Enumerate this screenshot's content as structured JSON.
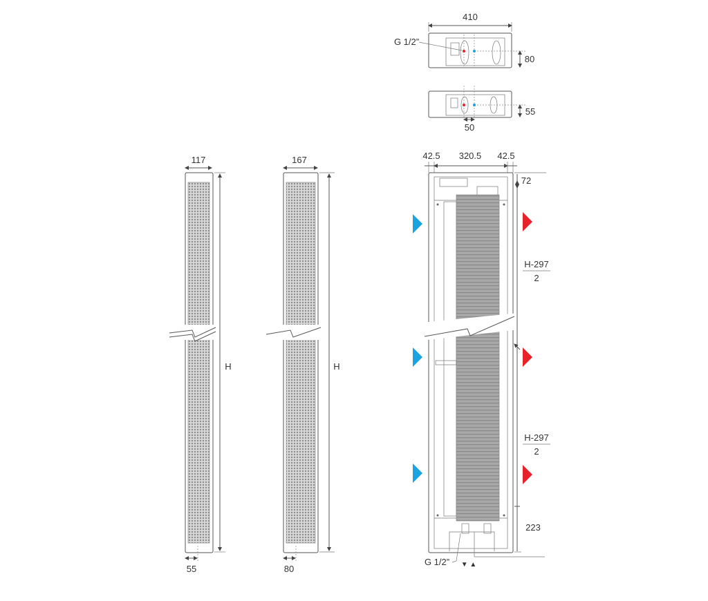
{
  "top_view": {
    "width_label": "410",
    "connection_label": "G 1/2”",
    "height_80_label": "80",
    "height_55_label": "55",
    "spacing_label": "50"
  },
  "narrow_unit": {
    "width_label": "117",
    "depth_label": "55",
    "height_label": "H"
  },
  "medium_unit": {
    "width_label": "167",
    "depth_label": "80",
    "height_label": "H"
  },
  "front_unit": {
    "left_margin_label": "42.5",
    "center_width_label": "320.5",
    "right_margin_label": "42.5",
    "top_offset_label": "72",
    "upper_fraction_numerator": "H-297",
    "upper_fraction_denominator": "2",
    "lower_fraction_numerator": "H-297",
    "lower_fraction_denominator": "2",
    "bottom_offset_label": "223",
    "connection_label": "G 1/2”",
    "flow_symbols": "▼ ▲"
  },
  "colors": {
    "cold_air": "#1BA3E0",
    "warm_air": "#E8222A",
    "grille": "#9a9a9a"
  }
}
